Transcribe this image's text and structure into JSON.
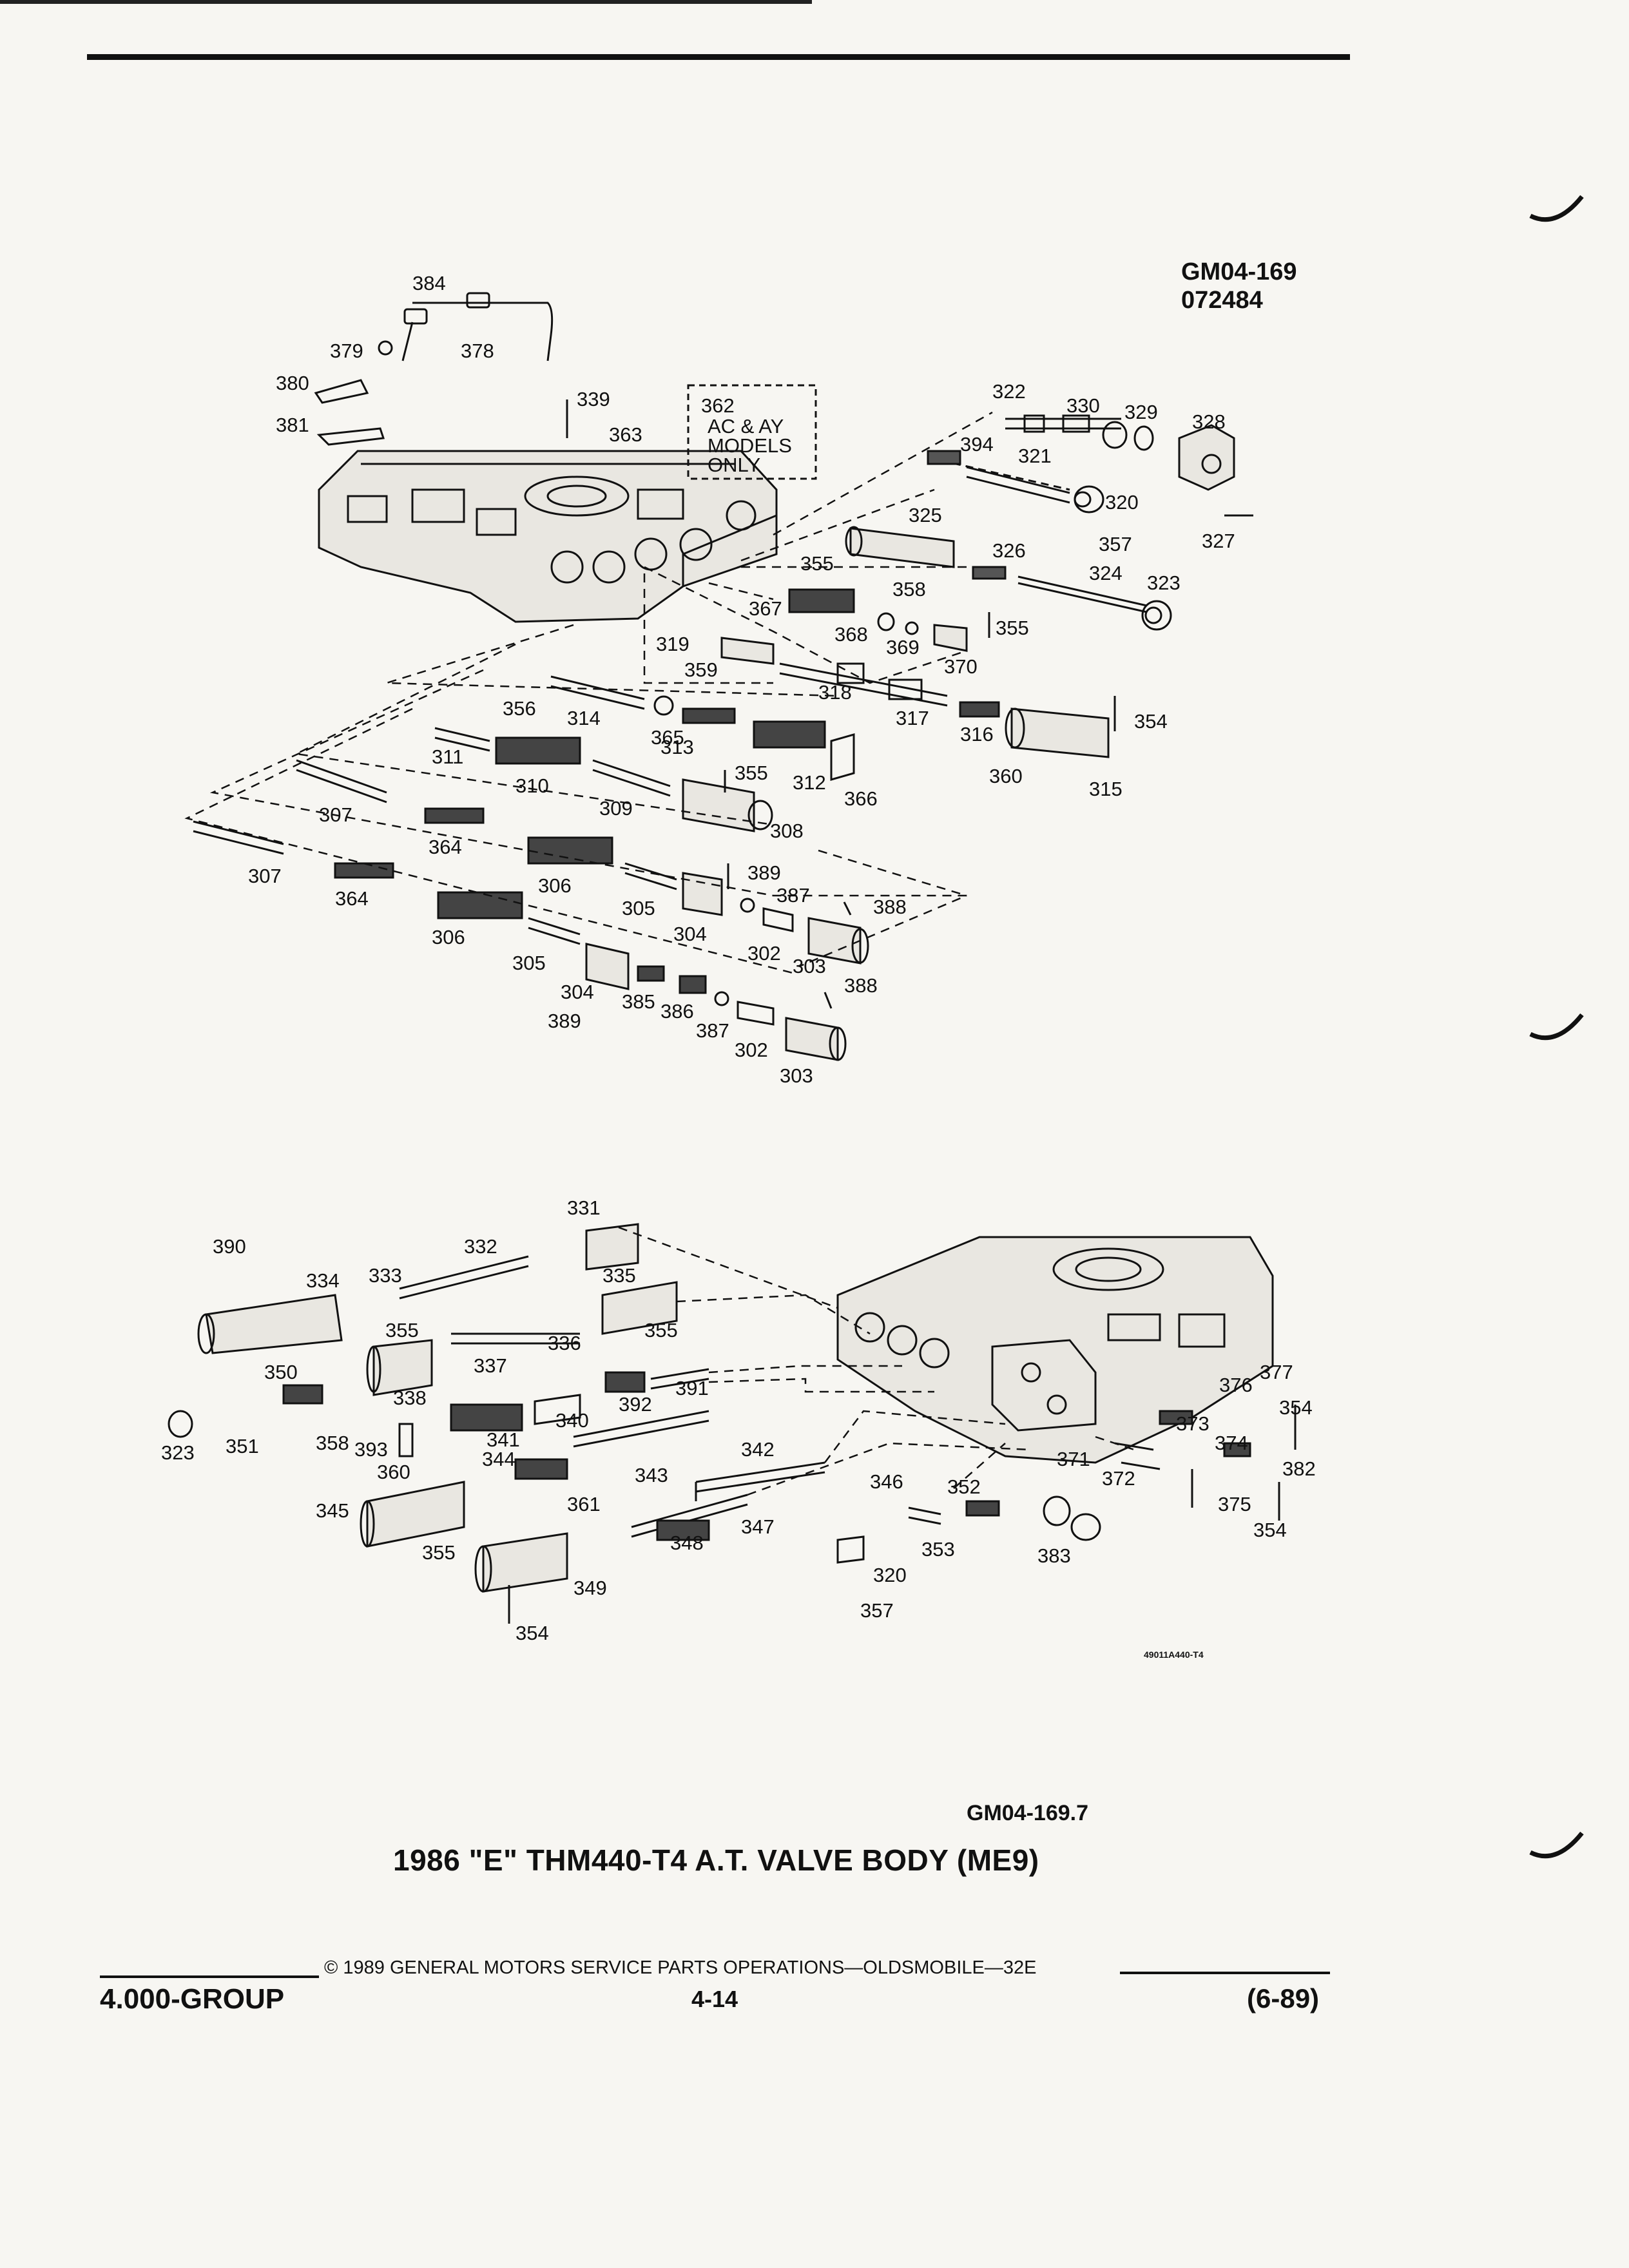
{
  "figure": {
    "id_line1": "GM04-169",
    "id_line2": "072484",
    "code": "GM04-169.7",
    "title": "1986 \"E\" THM440-T4 A.T. VALVE BODY (ME9)",
    "art_number": "49011A440-T4"
  },
  "callout": {
    "number": "362",
    "lines": [
      "AC & AY",
      "MODELS",
      "ONLY"
    ]
  },
  "footer": {
    "copyright": "©  1989  GENERAL MOTORS SERVICE PARTS OPERATIONS—OLDSMOBILE—32E",
    "group": "4.000-GROUP",
    "page": "4-14",
    "revision": "(6-89)"
  },
  "parts_upper": [
    "384",
    "378",
    "379",
    "380",
    "381",
    "339",
    "363",
    "322",
    "330",
    "329",
    "328",
    "394",
    "321",
    "320",
    "327",
    "357",
    "325",
    "326",
    "324",
    "323",
    "355",
    "358",
    "367",
    "368",
    "369",
    "370",
    "355",
    "319",
    "359",
    "318",
    "317",
    "316",
    "354",
    "356",
    "314",
    "365",
    "313",
    "312",
    "366",
    "311",
    "310",
    "355",
    "309",
    "308",
    "360",
    "315",
    "307",
    "364",
    "306",
    "389",
    "305",
    "387",
    "388",
    "304",
    "302",
    "303",
    "307",
    "364",
    "306",
    "305",
    "304",
    "385",
    "386",
    "387",
    "388",
    "389",
    "302",
    "303"
  ],
  "parts_lower": [
    "331",
    "390",
    "332",
    "334",
    "333",
    "335",
    "355",
    "355",
    "336",
    "337",
    "338",
    "350",
    "392",
    "391",
    "323",
    "351",
    "358",
    "393",
    "341",
    "340",
    "342",
    "360",
    "344",
    "343",
    "346",
    "352",
    "371",
    "372",
    "373",
    "376",
    "377",
    "354",
    "374",
    "382",
    "375",
    "354",
    "345",
    "361",
    "347",
    "348",
    "355",
    "349",
    "320",
    "353",
    "383",
    "357",
    "354"
  ]
}
